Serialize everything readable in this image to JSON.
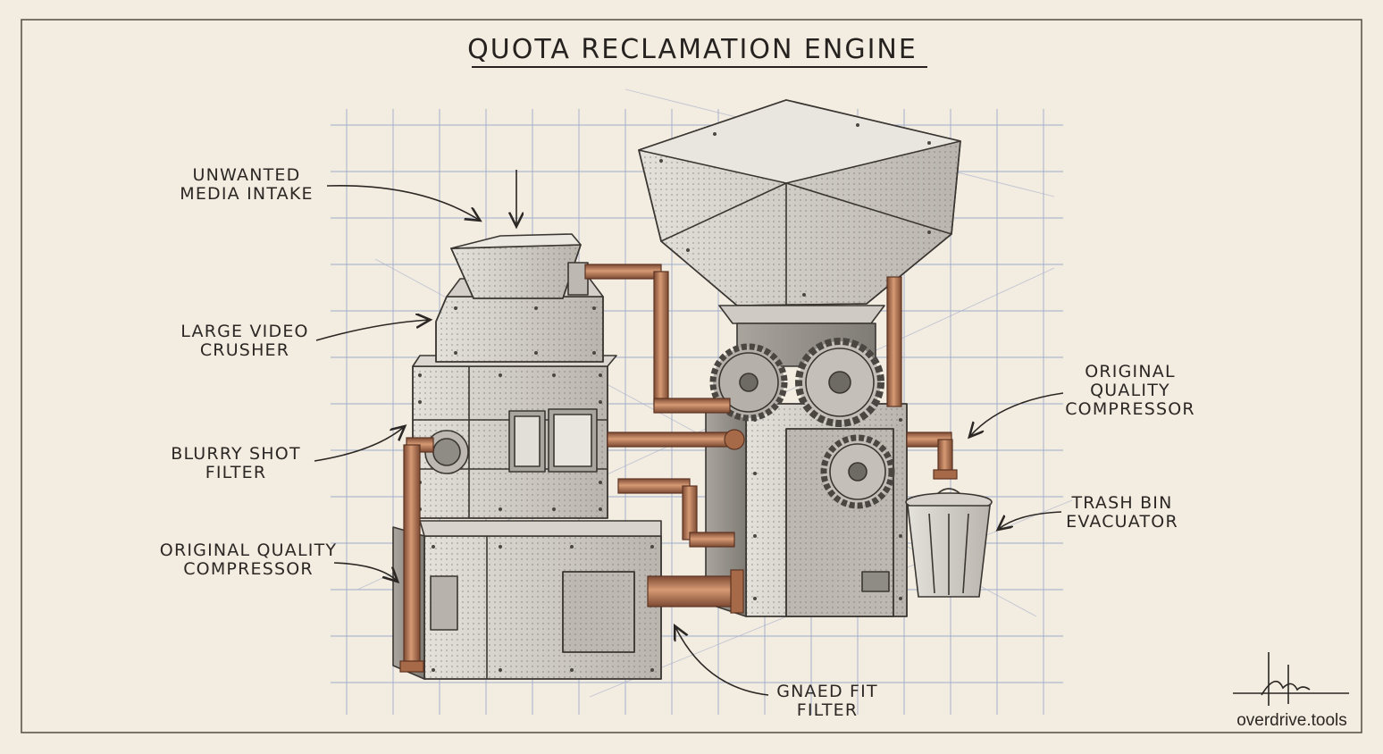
{
  "title": "QUOTA RECLAMATION ENGINE",
  "labels": {
    "intake": [
      "UNWANTED",
      "MEDIA INTAKE"
    ],
    "crusher": [
      "LARGE VIDEO",
      "CRUSHER"
    ],
    "blurry": [
      "BLURRY SHOT",
      "FILTER"
    ],
    "compressor_left": [
      "ORIGINAL QUALITY",
      "COMPRESSOR"
    ],
    "compressor_right": [
      "ORIGINAL",
      "QUALITY",
      "COMPRESSOR"
    ],
    "trash": [
      "TRASH BIN",
      "EVACUATOR"
    ],
    "gnaed": [
      "GNAED FIT",
      "FILTER"
    ]
  },
  "brand": "overdrive.tools",
  "colors": {
    "paper": "#f3ece0",
    "ink": "#2b2724",
    "grid": "#5a76b8",
    "metal": "#c9c6c0",
    "metal_dark": "#8f8b85",
    "copper": "#b97854",
    "copper_dark": "#7d4a33"
  },
  "icons": [
    "signature-mark"
  ]
}
